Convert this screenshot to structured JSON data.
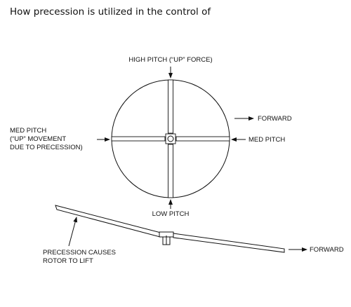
{
  "title": "How precession is utilized in the control of",
  "top_view": {
    "high_pitch_label": "HIGH PITCH (“UP” FORCE)",
    "low_pitch_label": "LOW PITCH",
    "med_pitch_right_label": "MED PITCH",
    "med_pitch_left_lines": [
      "MED PITCH",
      "(“UP” MOVEMENT",
      "DUE TO PRECESSION)"
    ],
    "forward_label": "FORWARD"
  },
  "side_view": {
    "precession_lines": [
      "PRECESSION CAUSES",
      "ROTOR TO LIFT"
    ],
    "forward_label": "FORWARD"
  },
  "colors": {
    "ink": "#111111",
    "blade_fill": "#ffffff"
  }
}
